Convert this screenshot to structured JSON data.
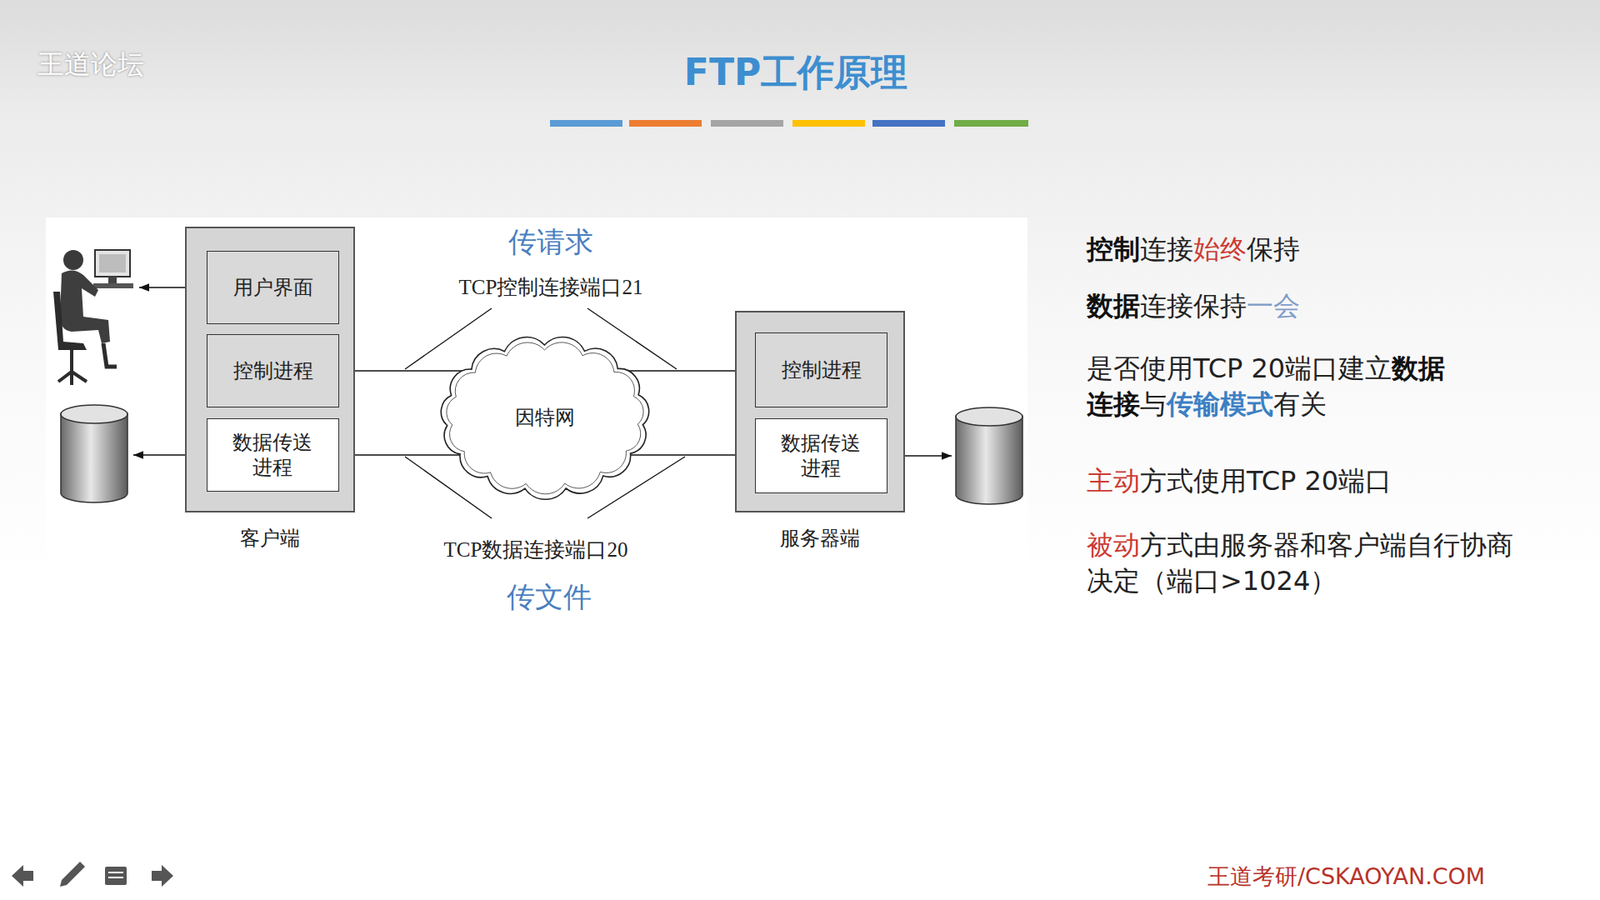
{
  "diagram": {
    "title": "FTP工作原理",
    "nodes": [
      {
        "text": [
          "客户端"
        ]
      },
      {
        "text": [
          "用户界面"
        ],
        "in": 0
      },
      {
        "text": [
          "控制进程"
        ],
        "in": 0
      },
      {
        "text": [
          "数据传送 进程"
        ],
        "in": 0
      },
      {
        "text": [
          "因特网"
        ]
      },
      {
        "text": [
          "服务器端"
        ]
      },
      {
        "text": [
          "控制进程"
        ],
        "in": 5
      },
      {
        "text": [
          "数据传送 进程"
        ],
        "in": 5
      }
    ],
    "edges": [
      {
        "from": 2,
        "to": 6,
        "arrow": "both"
      },
      {
        "from": 3,
        "to": 7,
        "arrow": "both"
      }
    ],
    "labels": [
      "传请求",
      "TCP控制连接端口21",
      "TCP数据连接端口20",
      "传文件",
      "控制连接始终保持",
      "数据连接保持一会",
      "是否使用TCP 20端口建立数据连接与传输模式有关",
      "主动方式使用TCP 20端口",
      "被动方式由服务器和客户端自行协商决定（端口>1024）",
      "王道论坛",
      "王道考研/CSKAOYAN.COM"
    ]
  }
}
